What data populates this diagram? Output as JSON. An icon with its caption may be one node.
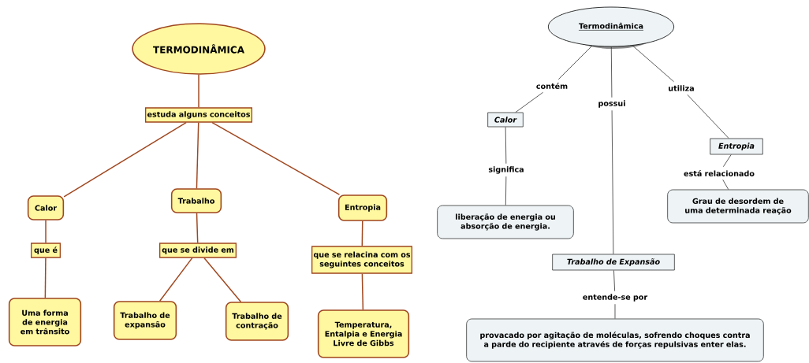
{
  "diagram": {
    "nodes": [
      {
        "text": [
          "TERMODINÂMICA"
        ]
      },
      {
        "text": [
          "estuda alguns conceitos"
        ]
      },
      {
        "text": [
          "Calor"
        ]
      },
      {
        "text": [
          "Trabalho"
        ]
      },
      {
        "text": [
          "Entropia"
        ]
      },
      {
        "text": [
          "que é"
        ]
      },
      {
        "text": [
          "que se divide em"
        ]
      },
      {
        "text": [
          "que se relacina com os seguintes conceitos"
        ]
      },
      {
        "text": [
          "Uma forma de energia em trânsito"
        ]
      },
      {
        "text": [
          "Trabalho de expansão"
        ]
      },
      {
        "text": [
          "Trabalho de contração"
        ]
      },
      {
        "text": [
          "Temperatura, Entalpia e Energia Livre de Gibbs"
        ]
      },
      {
        "text": [
          "Termodinâmica"
        ]
      },
      {
        "text": [
          "contém"
        ]
      },
      {
        "text": [
          "possui"
        ]
      },
      {
        "text": [
          "utiliza"
        ]
      },
      {
        "text": [
          "Calor"
        ]
      },
      {
        "text": [
          "Entropia"
        ]
      },
      {
        "text": [
          "significa"
        ]
      },
      {
        "text": [
          "está relacionado"
        ]
      },
      {
        "text": [
          "liberação de energia ou absorção de energia."
        ]
      },
      {
        "text": [
          "Grau de desordem de uma determinada reação"
        ]
      },
      {
        "text": [
          "Trabalho de Expansão"
        ]
      },
      {
        "text": [
          "entende-se por"
        ]
      },
      {
        "text": [
          "provacado por agitação de moléculas, sofrendo choques contra a parde do recipiente através de forças repulsivas enter elas."
        ]
      }
    ],
    "edges": [
      {
        "from": 0,
        "to": 1,
        "arrow": "none",
        "color": "#a0461e"
      },
      {
        "from": 1,
        "to": 2,
        "arrow": "none",
        "color": "#a0461e"
      },
      {
        "from": 1,
        "to": 3,
        "arrow": "none",
        "color": "#a0461e"
      },
      {
        "from": 1,
        "to": 4,
        "arrow": "none",
        "color": "#a0461e"
      },
      {
        "from": 2,
        "to": 5,
        "arrow": "none",
        "color": "#a0461e"
      },
      {
        "from": 5,
        "to": 8,
        "arrow": "none",
        "color": "#a0461e"
      },
      {
        "from": 3,
        "to": 6,
        "arrow": "none",
        "color": "#a0461e"
      },
      {
        "from": 6,
        "to": 9,
        "arrow": "none",
        "color": "#a0461e"
      },
      {
        "from": 6,
        "to": 10,
        "arrow": "none",
        "color": "#a0461e"
      },
      {
        "from": 4,
        "to": 7,
        "arrow": "none",
        "color": "#a0461e"
      },
      {
        "from": 7,
        "to": 11,
        "arrow": "none",
        "color": "#a0461e"
      },
      {
        "from": 12,
        "to": 13,
        "arrow": "none"
      },
      {
        "from": 13,
        "to": 16,
        "arrow": "none"
      },
      {
        "from": 12,
        "to": 14,
        "arrow": "none"
      },
      {
        "from": 14,
        "to": 22,
        "arrow": "none"
      },
      {
        "from": 12,
        "to": 15,
        "arrow": "none"
      },
      {
        "from": 15,
        "to": 17,
        "arrow": "none"
      },
      {
        "from": 16,
        "to": 18,
        "arrow": "none"
      },
      {
        "from": 18,
        "to": 20,
        "arrow": "none"
      },
      {
        "from": 17,
        "to": 19,
        "arrow": "none"
      },
      {
        "from": 19,
        "to": 21,
        "arrow": "none"
      },
      {
        "from": 22,
        "to": 23,
        "arrow": "none"
      },
      {
        "from": 23,
        "to": 24,
        "arrow": "none"
      }
    ]
  }
}
